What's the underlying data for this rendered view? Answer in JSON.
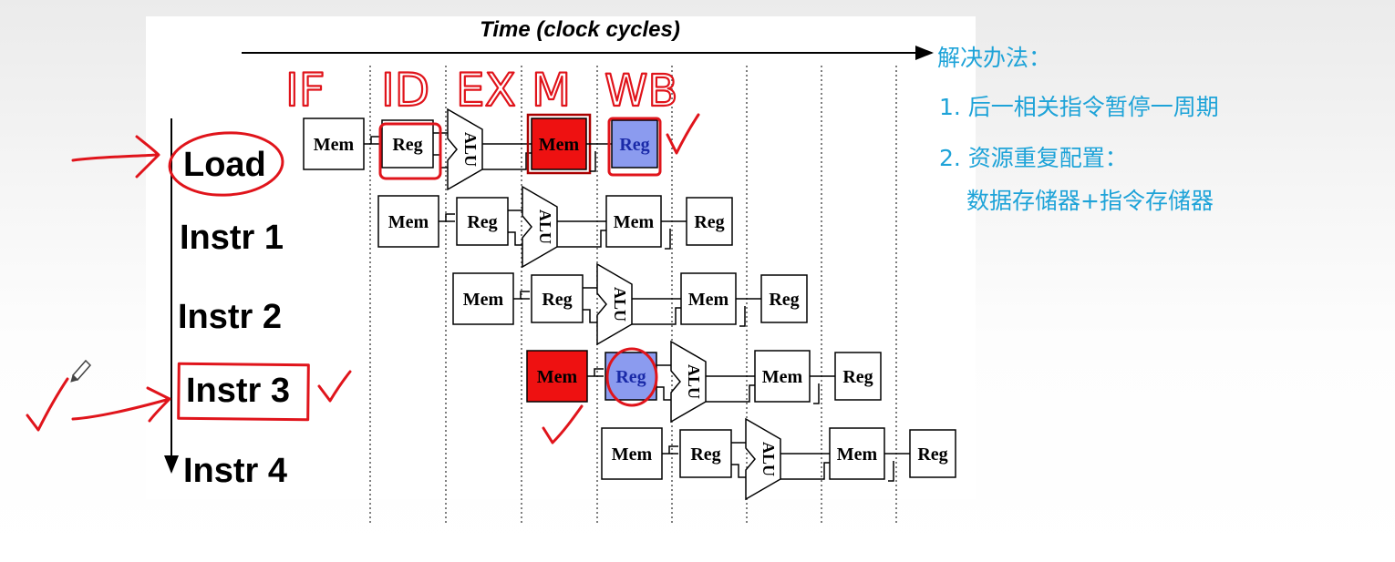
{
  "diagram": {
    "time_axis_label": "Time (clock cycles)",
    "stage_annotations": [
      "IF",
      "ID",
      "EX",
      "M",
      "WB"
    ],
    "instructions": [
      "Load",
      "Instr 1",
      "Instr 2",
      "Instr 3",
      "Instr 4"
    ],
    "unit_labels": {
      "mem": "Mem",
      "reg": "Reg",
      "alu": "ALU"
    }
  },
  "notes": {
    "title": "解决办法：",
    "item1": "1. 后一相关指令暂停一周期",
    "item2": "2. 资源重复配置：",
    "item2_detail": "数据存储器+指令存储器"
  },
  "colors": {
    "ink_annotation": "#e0141b",
    "highlight_mem": "#ee1111",
    "highlight_reg": "#8b9bef",
    "notes_text": "#1ea3d8"
  }
}
